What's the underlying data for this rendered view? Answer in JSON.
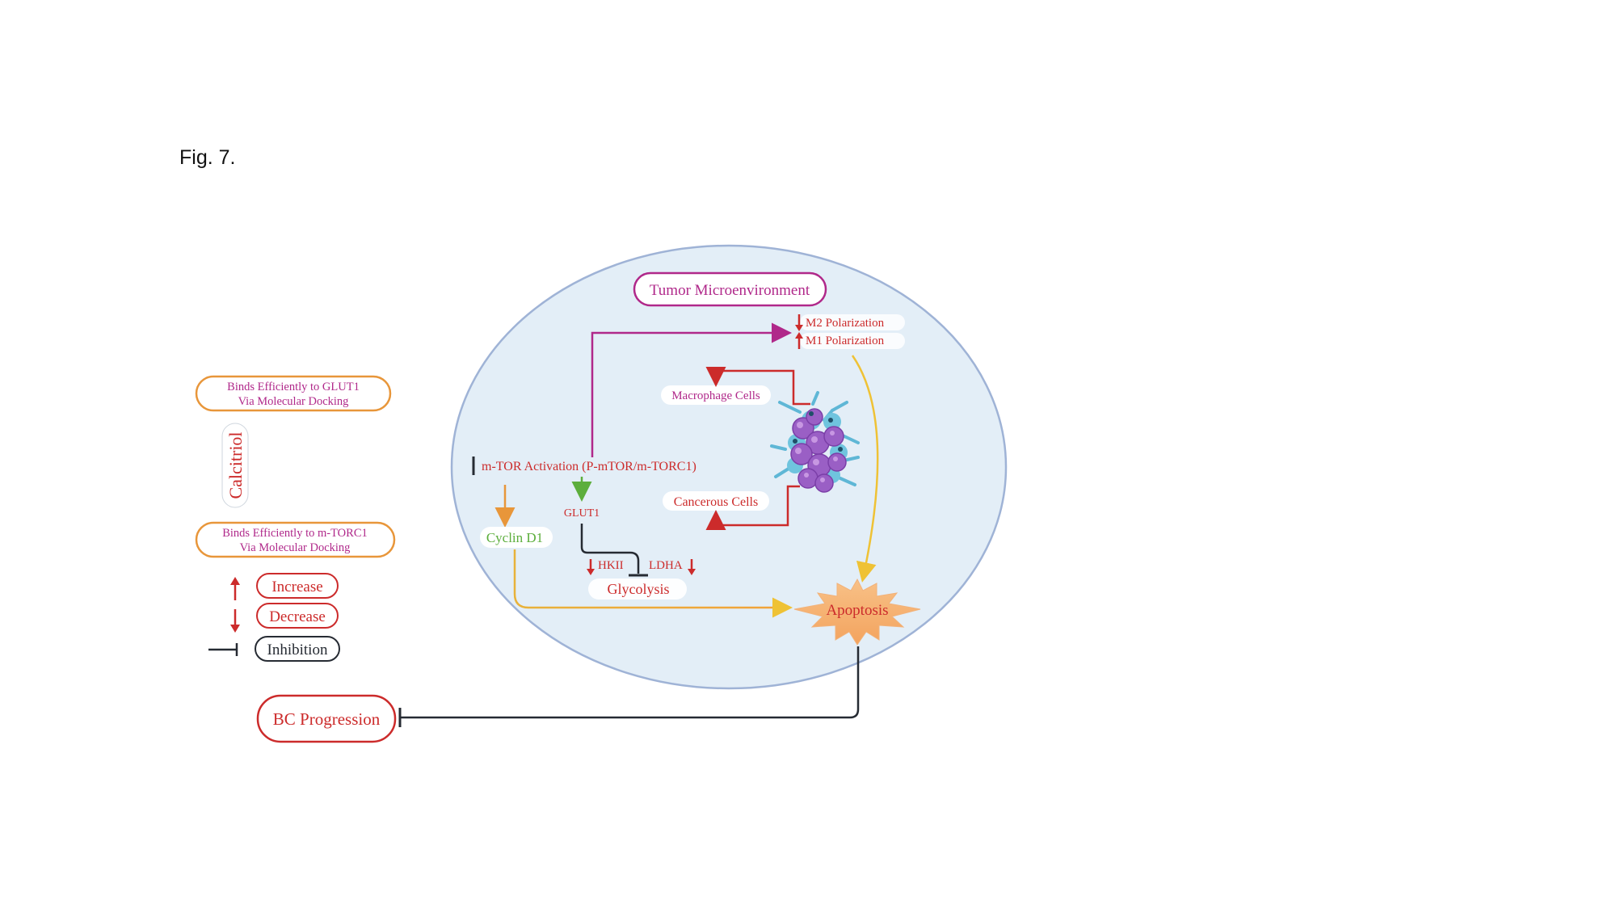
{
  "caption": "Fig. 7.",
  "colors": {
    "red": "#cc2b2b",
    "magenta": "#b0288a",
    "orange": "#e8963a",
    "green": "#5cae3c",
    "yellow": "#efc235",
    "dark": "#262b33",
    "cell_fill": "#e3eef7",
    "cell_stroke": "#9fb3d6"
  },
  "left_panel": {
    "glut1_binding": [
      "Binds Efficiently to GLUT1",
      "Via Molecular Docking"
    ],
    "drug": "Calcitriol",
    "mtorc1_binding": [
      "Binds Efficiently to m-TORC1",
      "Via Molecular Docking"
    ],
    "legend": [
      {
        "symbol": "red-up-arrow-icon",
        "label": "Increase"
      },
      {
        "symbol": "red-down-arrow-icon",
        "label": "Decrease"
      },
      {
        "symbol": "inhibition-tbar-icon",
        "label": "Inhibition"
      }
    ],
    "outcome": "BC Progression"
  },
  "cell": {
    "title": "Tumor Microenvironment",
    "mtor": "m-TOR Activation (P-mTOR/m-TORC1)",
    "m2": "M2 Polarization",
    "m1": "M1 Polarization",
    "macrophage": "Macrophage Cells",
    "cancerous": "Cancerous Cells",
    "glut1": "GLUT1",
    "cyclin": "Cyclin D1",
    "hkii": "HKII",
    "ldha": "LDHA",
    "glycolysis": "Glycolysis",
    "apoptosis": "Apoptosis"
  }
}
